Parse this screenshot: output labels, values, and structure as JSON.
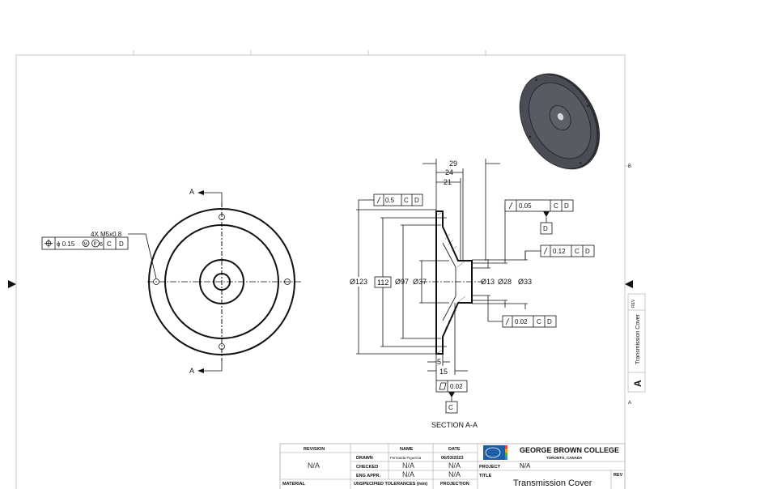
{
  "sheet": {
    "zone_labels": [
      "B",
      "A"
    ]
  },
  "front_view": {
    "section_label": "A",
    "hole_note": "4X M5x0.8",
    "position_fcf": {
      "symbol": "position-icon",
      "tolerance": "ϕ 0.15",
      "modifier_m": "M",
      "modifier_p": "P",
      "projected": "6",
      "datum1": "C",
      "datum2": "D"
    }
  },
  "section_view": {
    "title": "SECTION A-A",
    "dims": {
      "d29": "29",
      "d24": "24",
      "d21": "21",
      "dia123": "Ø123",
      "d112": "112",
      "dia97": "Ø97",
      "dia37": "Ø37",
      "dia13": "Ø13",
      "dia28": "Ø28",
      "dia33": "Ø33",
      "d5": "5",
      "d15": "15"
    },
    "fcf_runout_05": {
      "tol": "0.5",
      "d1": "C",
      "d2": "D"
    },
    "fcf_runout_005": {
      "tol": "0.05",
      "d1": "C",
      "d2": "D"
    },
    "datum_d": "D",
    "fcf_runout_012": {
      "tol": "0.12",
      "d1": "C",
      "d2": "D"
    },
    "fcf_runout_002": {
      "tol": "0.02",
      "d1": "C",
      "d2": "D"
    },
    "fcf_flatness": {
      "tol": "0.02"
    },
    "datum_c": "C"
  },
  "title_block": {
    "revision_header": "REVISION",
    "revision_value": "N/A",
    "name_header": "NAME",
    "date_header": "DATE",
    "drawn_label": "DRAWN",
    "drawn_name": "Fernanda Figueroa",
    "drawn_date": "06/03/2023",
    "checked_label": "CHECKED",
    "checked_name": "N/A",
    "checked_date": "N/A",
    "eng_label": "ENG APPR.",
    "eng_name": "N/A",
    "eng_date": "N/A",
    "material_label": "MATERIAL",
    "tolerances_label": "UNSPECIFIED TOLERANCES (mm)",
    "projection_label": "PROJECTION",
    "college": "GEORGE BROWN COLLEGE",
    "location": "TORONTO, CANADA",
    "project_label": "PROJECT",
    "project_value": "N/A",
    "title_label": "TITLE",
    "title_value": "Transmission Cover",
    "rev_label": "REV"
  },
  "side_strip": {
    "rev_label": "REV",
    "title": "Transmission Cover",
    "size": "A"
  },
  "colors": {
    "part_fill": "#4a4d55",
    "logo_blue": "#1a5fa8"
  }
}
